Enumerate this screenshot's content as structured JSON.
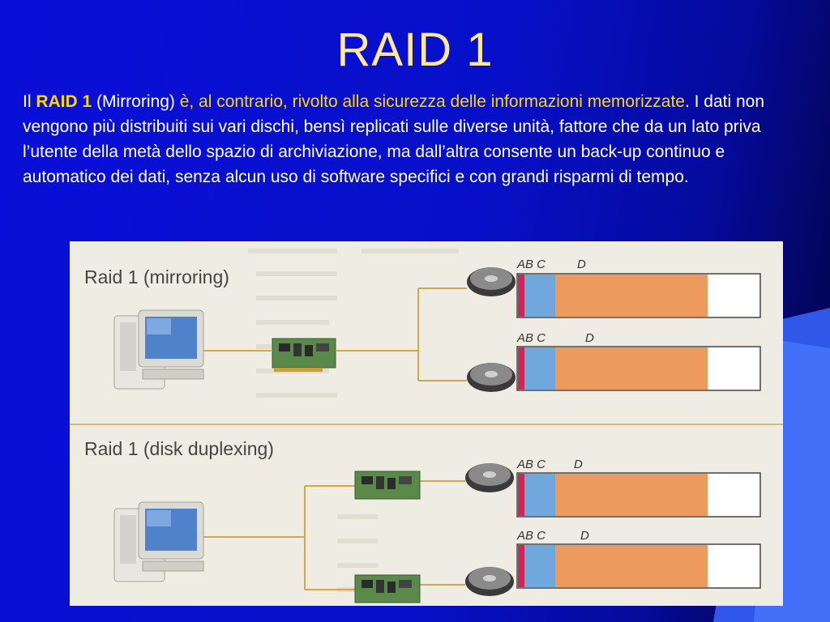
{
  "slide": {
    "title": "RAID 1",
    "paragraph": {
      "p1": "Il ",
      "p2": "RAID 1",
      "p3": " (Mirroring) ",
      "p4": "è, al contrario, rivolto alla sicurezza delle informazioni memorizzate",
      "p5": ". I dati non vengono più distribuiti sui vari dischi, bensì replicati sulle diverse unità, fattore che da un lato priva l’utente della metà dello spazio di archiviazione, ma dall’altra consente un back-up continuo e automatico dei dati, senza alcun uso di software specifici e con grandi risparmi di tempo."
    }
  },
  "figure": {
    "section1_label": "Raid 1 (mirroring)",
    "section2_label": "Raid 1 (disk duplexing)",
    "partition_labels": {
      "row1": "AB C",
      "row1_d": "D",
      "row2": "AB C",
      "row2_d": "D",
      "row3": "AB C",
      "row3_d": "D",
      "row4": "AB C",
      "row4_d": "D"
    },
    "colors": {
      "partition_a": "#c8285a",
      "partition_c": "#6fa8dc",
      "partition_d": "#e8884a",
      "wire": "#d4a74a"
    }
  }
}
